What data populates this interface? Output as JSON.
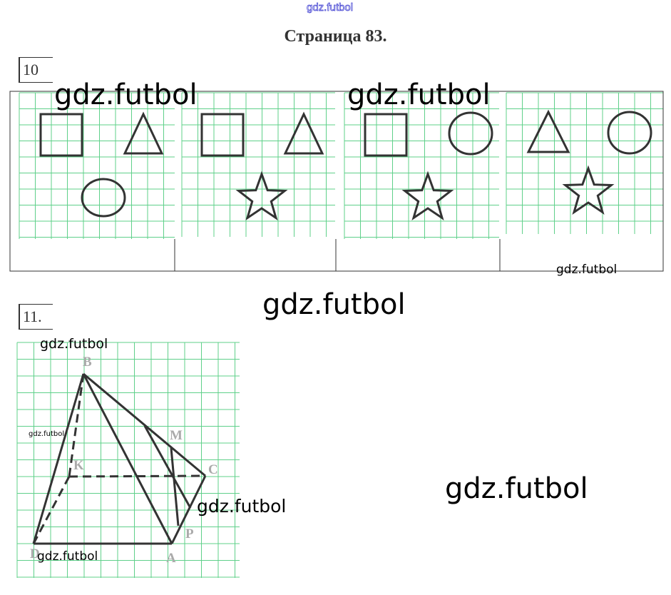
{
  "header": {
    "watermark": "gdz.futbol",
    "title": "Страница 83."
  },
  "exercise10": {
    "number": "10"
  },
  "exercise11": {
    "number": "11.",
    "points": {
      "B": "B",
      "M": "M",
      "K": "K",
      "C": "C",
      "D": "D",
      "A": "A",
      "P": "P"
    }
  },
  "watermarks": {
    "w1": "gdz.futbol",
    "w2": "gdz.futbol",
    "w3": "gdz.futbol",
    "w4": "gdz.futbol",
    "w5": "gdz.futbol",
    "w6": "gdz.futbol",
    "w7": "gdz.futbol",
    "w8": "gdz.futbol",
    "w9": "gdz.futbol"
  },
  "colors": {
    "grid": "#5fd08a",
    "ink": "#333333",
    "watermark_link": "#3a3ad0"
  }
}
